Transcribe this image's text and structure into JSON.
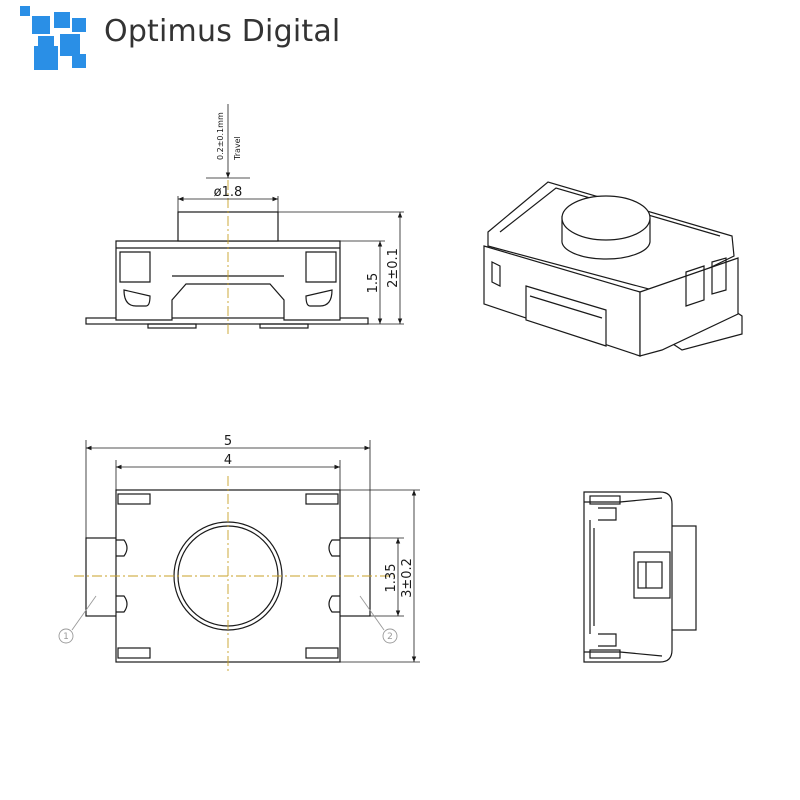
{
  "brand": {
    "name": "Optimus Digital",
    "colors": {
      "logo_blue": "#2a8fe6",
      "text": "#333333",
      "centerline": "#c9a227"
    }
  },
  "dimensions": {
    "travel": "0.2±0.1mm",
    "travel_label": "Travel",
    "button_diameter": "ø1.8",
    "body_height": "1.5",
    "total_height": "2±0.1",
    "width_total": "5",
    "width_body": "4",
    "terminal_pitch": "1.35",
    "depth": "3±0.2"
  },
  "callouts": [
    "1",
    "2"
  ]
}
